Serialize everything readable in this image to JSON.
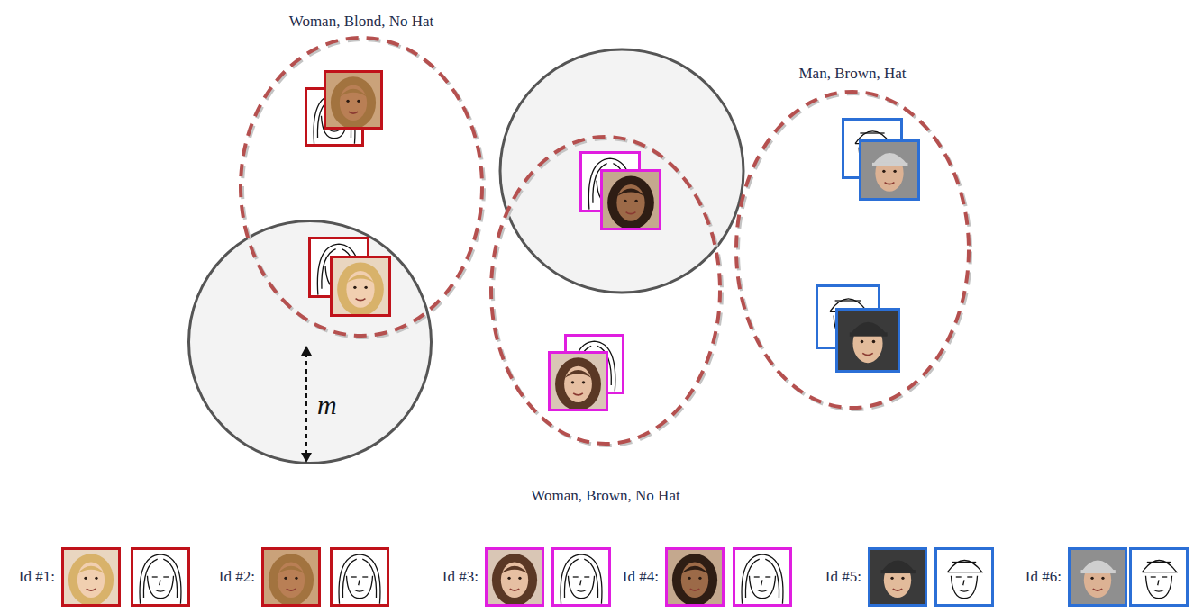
{
  "diagram": {
    "nodes": [
      {
        "text": [
          "Woman, Blond, No Hat"
        ]
      },
      {
        "text": [
          "Man, Brown, Hat"
        ]
      },
      {
        "text": [
          "m"
        ]
      },
      {
        "text": [
          "Woman, Brown, No Hat"
        ]
      }
    ],
    "labels": [
      "Id #1:",
      "Id #2:",
      "Id #3:",
      "Id #4:",
      "Id #5:",
      "Id #6:"
    ]
  }
}
